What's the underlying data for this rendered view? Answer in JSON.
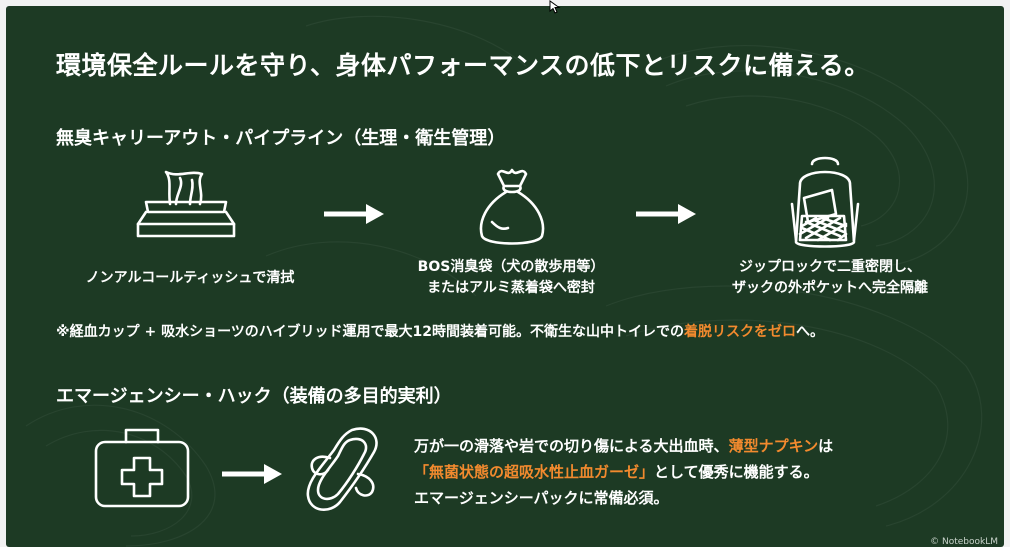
{
  "slide": {
    "title": "環境保全ルールを守り、身体パフォーマンスの低下とリスクに備える。",
    "section1": {
      "heading": "無臭キャリーアウト・パイプライン（生理・衛生管理）",
      "steps": [
        {
          "icon": "tissue-box-icon",
          "caption_lines": [
            "ノンアルコールティッシュで清拭"
          ]
        },
        {
          "icon": "trash-bag-icon",
          "caption_lines": [
            "BOS消臭袋（犬の散歩用等）",
            "またはアルミ蒸着袋へ密封"
          ]
        },
        {
          "icon": "backpack-icon",
          "caption_lines": [
            "ジップロックで二重密閉し、",
            "ザックの外ポケットへ完全隔離"
          ]
        }
      ],
      "note": {
        "prefix": "※経血カップ + 吸水ショーツのハイブリッド運用で最大12時間装着可能。不衛生な山中トイレでの",
        "highlight": "着脱リスクをゼロ",
        "suffix": "へ。"
      }
    },
    "section2": {
      "heading": "エマージェンシー・ハック（装備の多目的実利）",
      "icons": [
        "first-aid-kit-icon",
        "sanitary-pad-icon"
      ],
      "desc": {
        "line1_prefix": "万が一の滑落や岩での切り傷による大出血時、",
        "line1_highlight": "薄型ナプキン",
        "line1_suffix": "は",
        "line2_highlight": "「無菌状態の超吸水性止血ガーゼ」",
        "line2_suffix": "として優秀に機能する。",
        "line3": "エマージェンシーパックに常備必須。"
      }
    },
    "credit": "© NotebookLM",
    "colors": {
      "background": "#1d3a24",
      "text": "#ffffff",
      "accent": "#f28a2e"
    }
  }
}
